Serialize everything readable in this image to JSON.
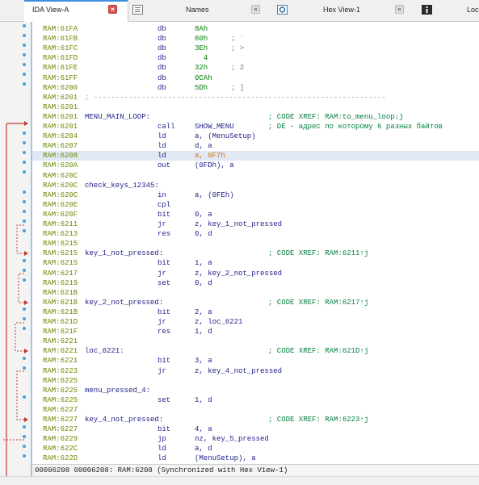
{
  "tabs": [
    {
      "label": "IDA View-A",
      "active": true
    },
    {
      "label": "Names",
      "active": false
    },
    {
      "label": "Hex View-1",
      "active": false
    },
    {
      "label": "Loca",
      "active": false
    }
  ],
  "listing": [
    {
      "addr": "RAM:61FA",
      "label": "",
      "mn": "db",
      "op": "8Ah",
      "cmt": "",
      "xref": "",
      "sep": ""
    },
    {
      "addr": "RAM:61FB",
      "label": "",
      "mn": "db",
      "op": "60h",
      "cmt": "; `",
      "xref": "",
      "sep": ""
    },
    {
      "addr": "RAM:61FC",
      "label": "",
      "mn": "db",
      "op": "3Eh",
      "cmt": "; >",
      "xref": "",
      "sep": ""
    },
    {
      "addr": "RAM:61FD",
      "label": "",
      "mn": "db",
      "op": "  4",
      "cmt": "",
      "xref": "",
      "sep": ""
    },
    {
      "addr": "RAM:61FE",
      "label": "",
      "mn": "db",
      "op": "32h",
      "cmt": "; 2",
      "xref": "",
      "sep": ""
    },
    {
      "addr": "RAM:61FF",
      "label": "",
      "mn": "db",
      "op": "0CAh",
      "cmt": "",
      "xref": "",
      "sep": ""
    },
    {
      "addr": "RAM:6200",
      "label": "",
      "mn": "db",
      "op": "5Dh",
      "cmt": "; ]",
      "xref": "",
      "sep": ""
    },
    {
      "addr": "RAM:6201",
      "label": "",
      "mn": "",
      "op": "",
      "cmt": "",
      "xref": "",
      "sep": "; -------------------------------------------------------------------"
    },
    {
      "addr": "RAM:6201",
      "label": "",
      "mn": "",
      "op": "",
      "cmt": "",
      "xref": "",
      "sep": ""
    },
    {
      "addr": "RAM:6201",
      "label": "MENU_MAIN_LOOP:",
      "mn": "",
      "op": "",
      "cmt": "",
      "xref": "; CODE XREF: RAM:to_menu_loop↓j",
      "sep": ""
    },
    {
      "addr": "RAM:6201",
      "label": "",
      "mn": "call",
      "op": "SHOW_MENU",
      "cmt": "",
      "xref": "; DE - адрес по которому 6 разных байтов",
      "sep": ""
    },
    {
      "addr": "RAM:6204",
      "label": "",
      "mn": "ld",
      "op": "a, (MenuSetup)",
      "cmt": "",
      "xref": "",
      "sep": ""
    },
    {
      "addr": "RAM:6207",
      "label": "",
      "mn": "ld",
      "op": "d, a",
      "cmt": "",
      "xref": "",
      "sep": ""
    },
    {
      "addr": "RAM:6208",
      "label": "",
      "mn": "ld",
      "op": "a, 0F7h",
      "cmt": "",
      "xref": "",
      "sep": "",
      "highlight": true
    },
    {
      "addr": "RAM:620A",
      "label": "",
      "mn": "out",
      "op": "(0FDh), a",
      "cmt": "",
      "xref": "",
      "sep": ""
    },
    {
      "addr": "RAM:620C",
      "label": "",
      "mn": "",
      "op": "",
      "cmt": "",
      "xref": "",
      "sep": ""
    },
    {
      "addr": "RAM:620C",
      "label": "check_keys_12345:",
      "mn": "",
      "op": "",
      "cmt": "",
      "xref": "",
      "sep": ""
    },
    {
      "addr": "RAM:620C",
      "label": "",
      "mn": "in",
      "op": "a, (0FEh)",
      "cmt": "",
      "xref": "",
      "sep": ""
    },
    {
      "addr": "RAM:620E",
      "label": "",
      "mn": "cpl",
      "op": "",
      "cmt": "",
      "xref": "",
      "sep": ""
    },
    {
      "addr": "RAM:620F",
      "label": "",
      "mn": "bit",
      "op": "0, a",
      "cmt": "",
      "xref": "",
      "sep": ""
    },
    {
      "addr": "RAM:6211",
      "label": "",
      "mn": "jr",
      "op": "z, key_1_not_pressed",
      "cmt": "",
      "xref": "",
      "sep": ""
    },
    {
      "addr": "RAM:6213",
      "label": "",
      "mn": "res",
      "op": "0, d",
      "cmt": "",
      "xref": "",
      "sep": ""
    },
    {
      "addr": "RAM:6215",
      "label": "",
      "mn": "",
      "op": "",
      "cmt": "",
      "xref": "",
      "sep": ""
    },
    {
      "addr": "RAM:6215",
      "label": "key_1_not_pressed:",
      "mn": "",
      "op": "",
      "cmt": "",
      "xref": "; CODE XREF: RAM:6211↑j",
      "sep": ""
    },
    {
      "addr": "RAM:6215",
      "label": "",
      "mn": "bit",
      "op": "1, a",
      "cmt": "",
      "xref": "",
      "sep": ""
    },
    {
      "addr": "RAM:6217",
      "label": "",
      "mn": "jr",
      "op": "z, key_2_not_pressed",
      "cmt": "",
      "xref": "",
      "sep": ""
    },
    {
      "addr": "RAM:6219",
      "label": "",
      "mn": "set",
      "op": "0, d",
      "cmt": "",
      "xref": "",
      "sep": ""
    },
    {
      "addr": "RAM:621B",
      "label": "",
      "mn": "",
      "op": "",
      "cmt": "",
      "xref": "",
      "sep": ""
    },
    {
      "addr": "RAM:621B",
      "label": "key_2_not_pressed:",
      "mn": "",
      "op": "",
      "cmt": "",
      "xref": "; CODE XREF: RAM:6217↑j",
      "sep": ""
    },
    {
      "addr": "RAM:621B",
      "label": "",
      "mn": "bit",
      "op": "2, a",
      "cmt": "",
      "xref": "",
      "sep": ""
    },
    {
      "addr": "RAM:621D",
      "label": "",
      "mn": "jr",
      "op": "z, loc_6221",
      "cmt": "",
      "xref": "",
      "sep": ""
    },
    {
      "addr": "RAM:621F",
      "label": "",
      "mn": "res",
      "op": "1, d",
      "cmt": "",
      "xref": "",
      "sep": ""
    },
    {
      "addr": "RAM:6221",
      "label": "",
      "mn": "",
      "op": "",
      "cmt": "",
      "xref": "",
      "sep": ""
    },
    {
      "addr": "RAM:6221",
      "label": "loc_6221:",
      "mn": "",
      "op": "",
      "cmt": "",
      "xref": "; CODE XREF: RAM:621D↑j",
      "sep": ""
    },
    {
      "addr": "RAM:6221",
      "label": "",
      "mn": "bit",
      "op": "3, a",
      "cmt": "",
      "xref": "",
      "sep": ""
    },
    {
      "addr": "RAM:6223",
      "label": "",
      "mn": "jr",
      "op": "z, key_4_not_pressed",
      "cmt": "",
      "xref": "",
      "sep": ""
    },
    {
      "addr": "RAM:6225",
      "label": "",
      "mn": "",
      "op": "",
      "cmt": "",
      "xref": "",
      "sep": ""
    },
    {
      "addr": "RAM:6225",
      "label": "menu_pressed_4:",
      "mn": "",
      "op": "",
      "cmt": "",
      "xref": "",
      "sep": ""
    },
    {
      "addr": "RAM:6225",
      "label": "",
      "mn": "set",
      "op": "1, d",
      "cmt": "",
      "xref": "",
      "sep": ""
    },
    {
      "addr": "RAM:6227",
      "label": "",
      "mn": "",
      "op": "",
      "cmt": "",
      "xref": "",
      "sep": ""
    },
    {
      "addr": "RAM:6227",
      "label": "key_4_not_pressed:",
      "mn": "",
      "op": "",
      "cmt": "",
      "xref": "; CODE XREF: RAM:6223↑j",
      "sep": ""
    },
    {
      "addr": "RAM:6227",
      "label": "",
      "mn": "bit",
      "op": "4, a",
      "cmt": "",
      "xref": "",
      "sep": ""
    },
    {
      "addr": "RAM:6229",
      "label": "",
      "mn": "jp",
      "op": "nz, key_5_pressed",
      "cmt": "",
      "xref": "",
      "sep": ""
    },
    {
      "addr": "RAM:622C",
      "label": "",
      "mn": "ld",
      "op": "a, d",
      "cmt": "",
      "xref": "",
      "sep": ""
    },
    {
      "addr": "RAM:622D",
      "label": "",
      "mn": "ld",
      "op": "(MenuSetup), a",
      "cmt": "",
      "xref": "",
      "sep": ""
    }
  ],
  "status": "00006208 00006208: RAM:6208 (Synchronized with Hex View-1)",
  "colors": {
    "accent": "#3b8edb",
    "address": "#6b8a00",
    "code": "#1f1f8a",
    "xref": "#008040",
    "immediate": "#e07000",
    "arrow": "#c0392b",
    "dot": "#4a9fd8"
  }
}
